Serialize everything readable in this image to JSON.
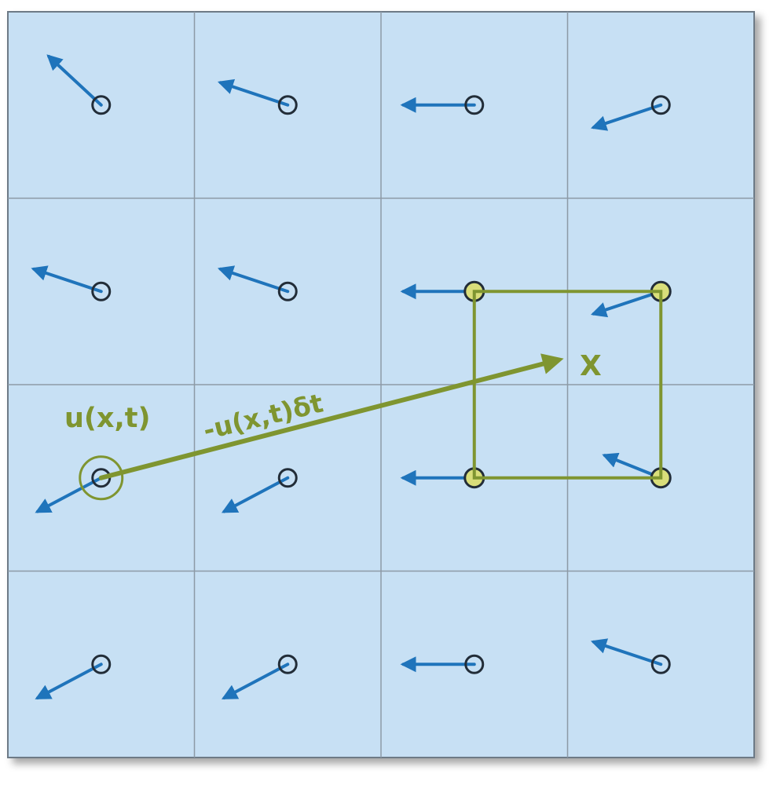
{
  "diagram": {
    "grid": {
      "rows": 4,
      "cols": 4
    },
    "colors": {
      "cell_fill": "#c7e0f4",
      "grid_line": "#8d9aa6",
      "frame": "#6d7a86",
      "vector": "#1f74bb",
      "sample_stroke": "#222d38",
      "accent": "#7f9530",
      "highlight_fill": "#d9de7a"
    },
    "velocity_vectors": [
      {
        "row": 0,
        "col": 0,
        "dx": -0.28,
        "dy": -0.26
      },
      {
        "row": 0,
        "col": 1,
        "dx": -0.36,
        "dy": -0.12
      },
      {
        "row": 0,
        "col": 2,
        "dx": -0.38,
        "dy": 0.0
      },
      {
        "row": 0,
        "col": 3,
        "dx": -0.36,
        "dy": 0.12
      },
      {
        "row": 1,
        "col": 0,
        "dx": -0.36,
        "dy": -0.12
      },
      {
        "row": 1,
        "col": 1,
        "dx": -0.36,
        "dy": -0.12
      },
      {
        "row": 1,
        "col": 2,
        "dx": -0.38,
        "dy": 0.0
      },
      {
        "row": 1,
        "col": 3,
        "dx": -0.36,
        "dy": 0.12
      },
      {
        "row": 2,
        "col": 0,
        "dx": -0.34,
        "dy": 0.18
      },
      {
        "row": 2,
        "col": 1,
        "dx": -0.34,
        "dy": 0.18
      },
      {
        "row": 2,
        "col": 2,
        "dx": -0.38,
        "dy": 0.0
      },
      {
        "row": 2,
        "col": 3,
        "dx": -0.3,
        "dy": -0.12
      },
      {
        "row": 3,
        "col": 0,
        "dx": -0.34,
        "dy": 0.18
      },
      {
        "row": 3,
        "col": 1,
        "dx": -0.34,
        "dy": 0.18
      },
      {
        "row": 3,
        "col": 2,
        "dx": -0.38,
        "dy": 0.0
      },
      {
        "row": 3,
        "col": 3,
        "dx": -0.36,
        "dy": -0.12
      }
    ],
    "interpolation_corners": [
      {
        "row": 1,
        "col": 2
      },
      {
        "row": 1,
        "col": 3
      },
      {
        "row": 2,
        "col": 3
      },
      {
        "row": 2,
        "col": 2
      }
    ],
    "source_cell": {
      "row": 2,
      "col": 0
    },
    "labels": {
      "velocity": "u(x,t)",
      "backtrace": "-u(x,t)δt",
      "destination": "X"
    }
  }
}
